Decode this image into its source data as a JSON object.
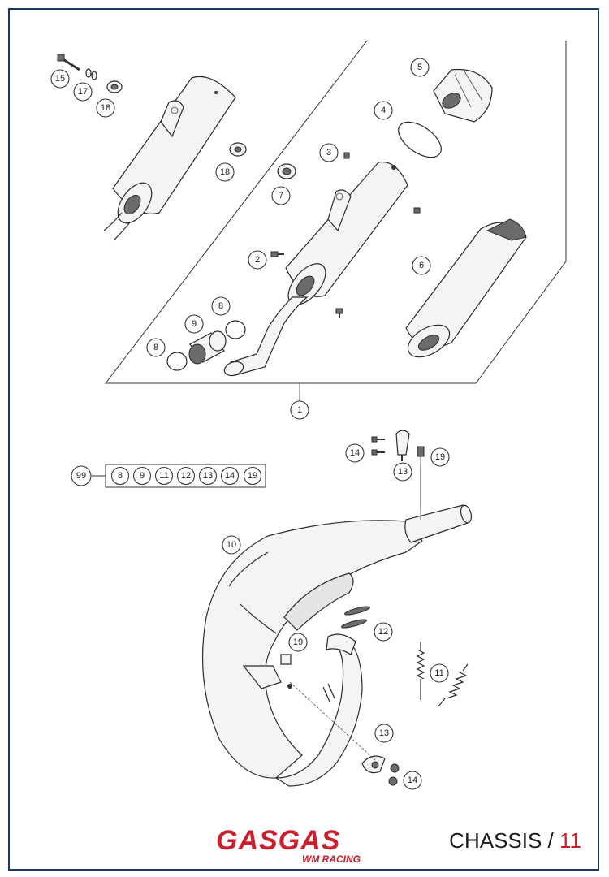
{
  "callouts": {
    "c1": "1",
    "c2": "2",
    "c3": "3",
    "c4": "4",
    "c5": "5",
    "c6": "6",
    "c7": "7",
    "c8a": "8",
    "c8b": "8",
    "c9": "9",
    "c10": "10",
    "c11": "11",
    "c12": "12",
    "c13a": "13",
    "c13b": "13",
    "c14a": "14",
    "c14b": "14",
    "c15": "15",
    "c17": "17",
    "c18a": "18",
    "c18b": "18",
    "c19a": "19",
    "c19b": "19"
  },
  "kit": {
    "number": "99",
    "items": [
      "8",
      "9",
      "11",
      "12",
      "13",
      "14",
      "19"
    ]
  },
  "brand": {
    "name": "GASGAS",
    "sub": "WM RACING",
    "color": "#cc1f2d"
  },
  "footer": {
    "section": "CHASSIS /",
    "page": "11"
  }
}
